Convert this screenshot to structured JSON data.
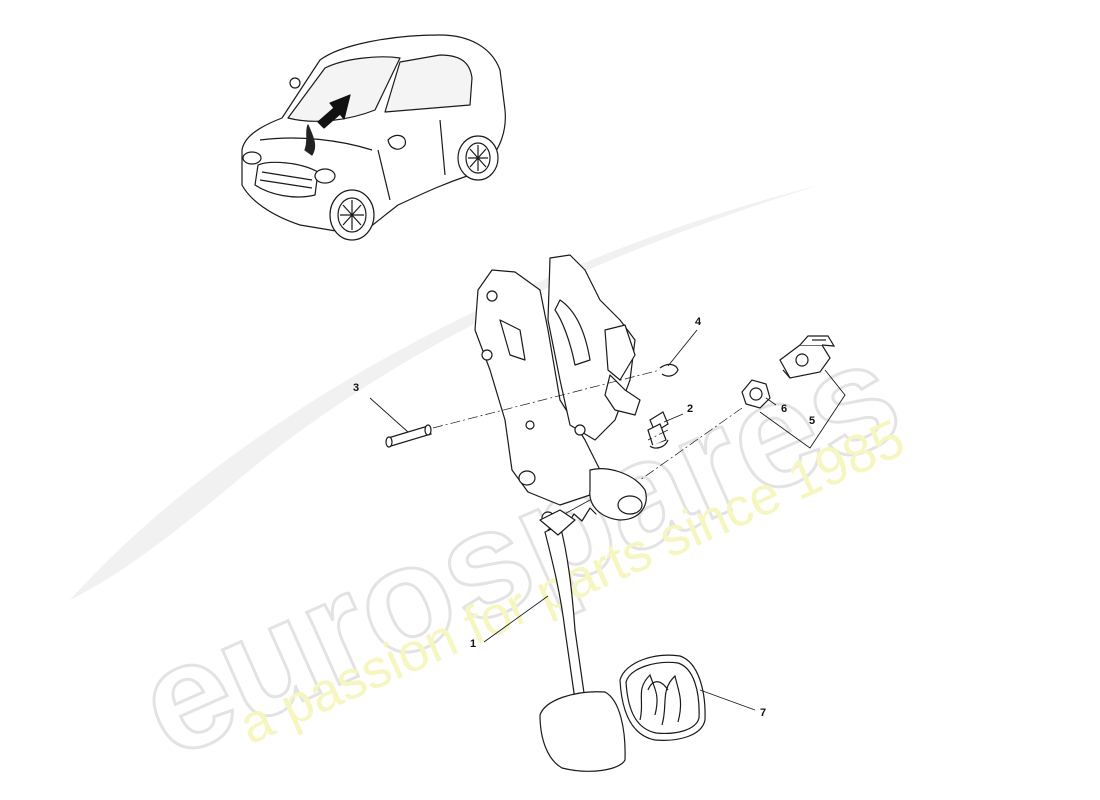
{
  "watermark": {
    "brand": "eurospares",
    "tagline": "a passion for parts since 1985",
    "brand_color": "#e8e8e8",
    "tagline_color": "#f7f7b4"
  },
  "callouts": [
    {
      "id": "1",
      "label": "1"
    },
    {
      "id": "2",
      "label": "2"
    },
    {
      "id": "3",
      "label": "3"
    },
    {
      "id": "4",
      "label": "4"
    },
    {
      "id": "5",
      "label": "5"
    },
    {
      "id": "6",
      "label": "6"
    },
    {
      "id": "7",
      "label": "7"
    }
  ],
  "icons": {
    "locator": "car-locator-icon",
    "pedal_assembly": "brake-pedal-assembly-icon"
  },
  "line_color": "#1a1a1a"
}
